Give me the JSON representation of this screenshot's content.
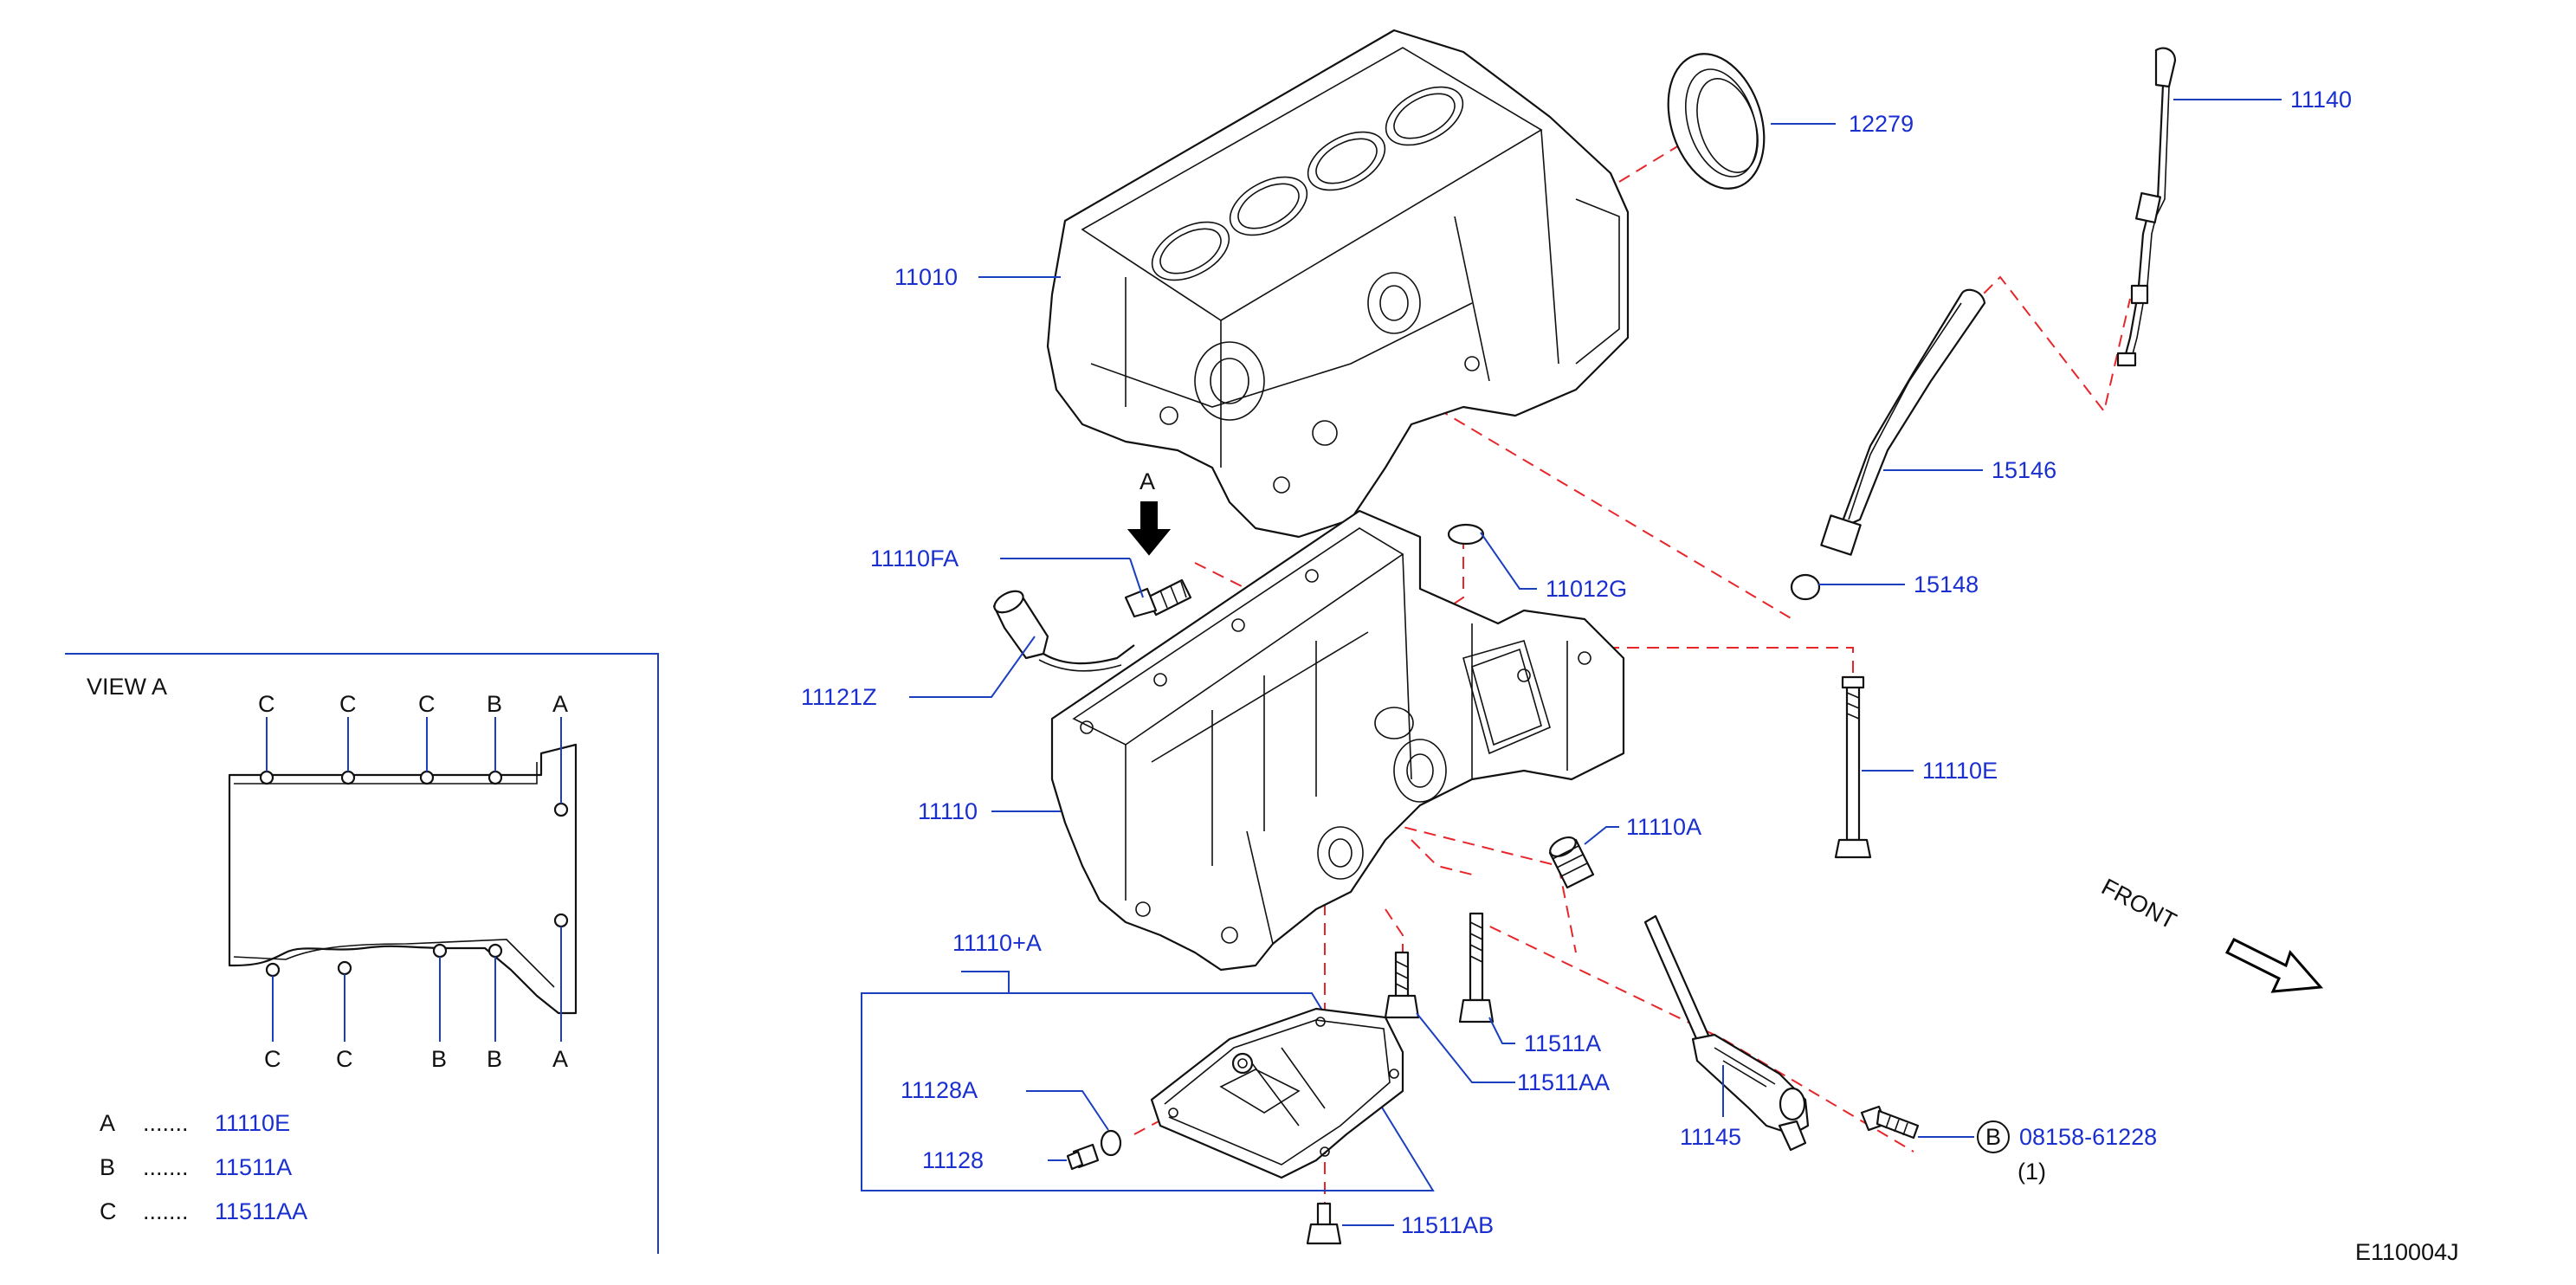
{
  "diagram_code": "E110004J",
  "parts": {
    "p12279": "12279",
    "p11140": "11140",
    "p11010": "11010",
    "p15146": "15146",
    "p15148": "15148",
    "p11110FA": "11110FA",
    "p11012G": "11012G",
    "p11121Z": "11121Z",
    "p11110E": "11110E",
    "p11110": "11110",
    "p11110A": "11110A",
    "p11110plusA": "11110+A",
    "p11128A": "11128A",
    "p11128": "11128",
    "p11511A": "11511A",
    "p11511AA": "11511AA",
    "p11511AB": "11511AB",
    "p11145": "11145",
    "p08158": "08158-61228",
    "p08158_qty": "(1)",
    "p08158_circle": "B"
  },
  "view_arrow_label": "A",
  "front_label": "FRONT",
  "view_a": {
    "title": "VIEW   A",
    "top_letters": [
      "C",
      "C",
      "C",
      "B",
      "A"
    ],
    "bottom_letters": [
      "C",
      "C",
      "B",
      "B",
      "A"
    ],
    "legend": [
      {
        "key": "A",
        "dots": ".......",
        "value": "11110E"
      },
      {
        "key": "B",
        "dots": ".......",
        "value": "11511A"
      },
      {
        "key": "C",
        "dots": ".......",
        "value": "11511AA"
      }
    ]
  }
}
